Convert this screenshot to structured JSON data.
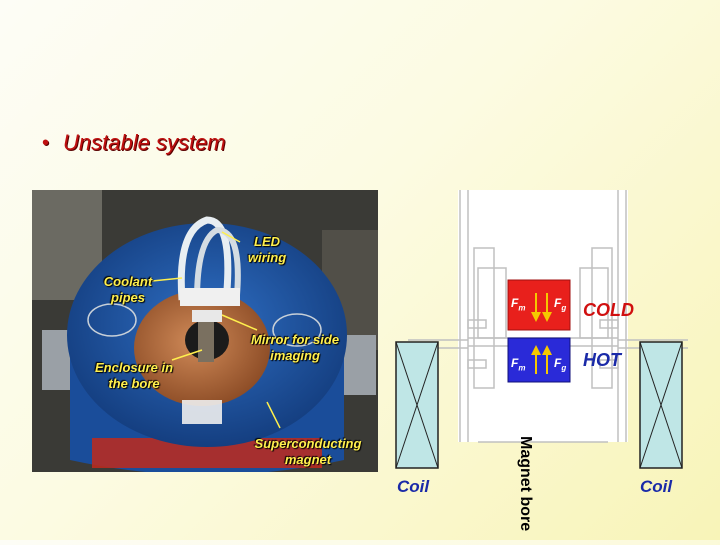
{
  "slide": {
    "bullet_text": "Unstable system"
  },
  "photo": {
    "labels": {
      "led_wiring": "LED wiring",
      "coolant_pipes": "Coolant pipes",
      "mirror": "Mirror for side imaging",
      "enclosure": "Enclosure in the bore",
      "superconducting": "Superconducting magnet"
    }
  },
  "diagram": {
    "cold_label": "COLD",
    "hot_label": "HOT",
    "coil_left": "Coil",
    "coil_right": "Coil",
    "bore_label": "Magnet bore",
    "fm": "F",
    "fm_sub": "m",
    "fg": "F",
    "fg_sub": "g",
    "colors": {
      "cold_block": "#e8201c",
      "hot_block": "#2a2ad8",
      "cold_text": "#d01010",
      "hot_text": "#1a2aa8",
      "coil_fill": "#bfe6e6",
      "arrow": "#f5c800"
    }
  }
}
